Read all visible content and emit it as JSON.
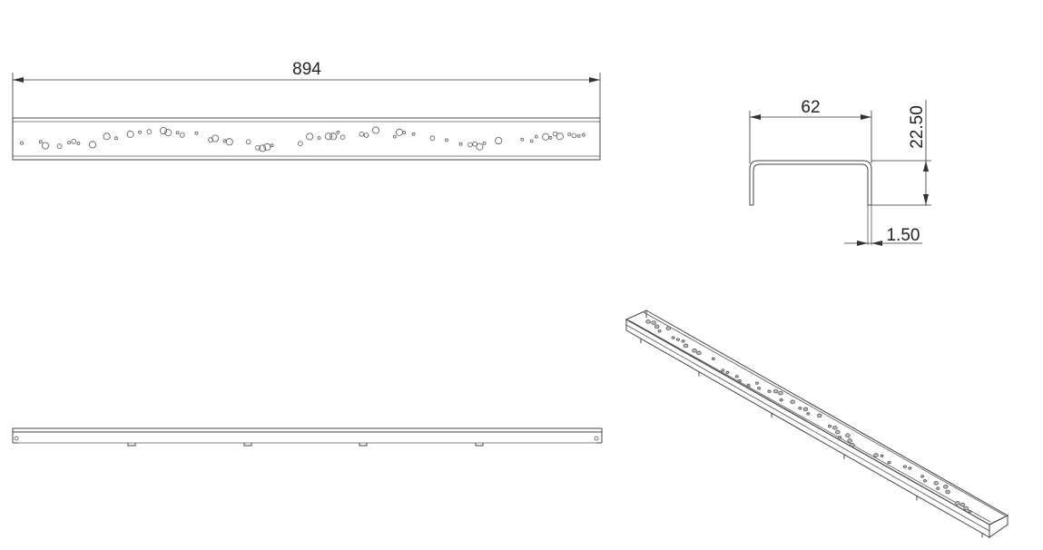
{
  "dimensions": {
    "length": "894",
    "width": "62",
    "height": "22.50",
    "thickness": "1.50"
  }
}
